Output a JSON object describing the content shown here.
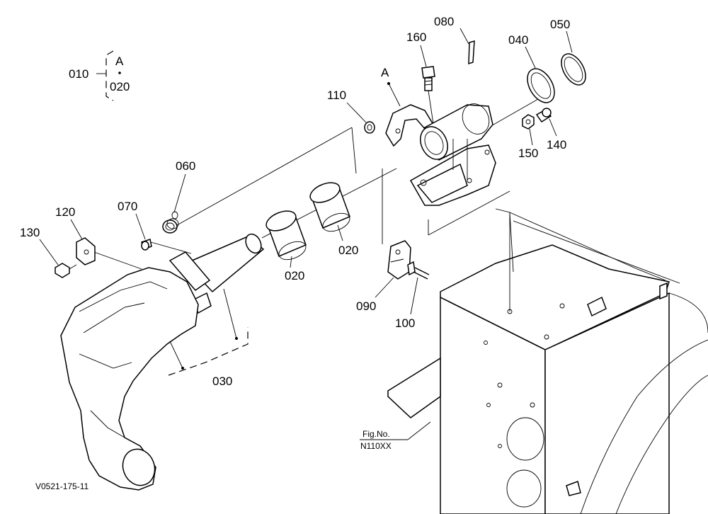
{
  "diagram": {
    "labels": {
      "p010": "010",
      "p020_ref": "020",
      "group_a": "A",
      "p080": "080",
      "p160": "160",
      "p040": "040",
      "p050": "050",
      "p110": "110",
      "point_a": "A",
      "p150": "150",
      "p140": "140",
      "p060": "060",
      "p070": "070",
      "p120": "120",
      "p130": "130",
      "p020_a": "020",
      "p020_b": "020",
      "p090": "090",
      "p100": "100",
      "p030": "030"
    },
    "fig_ref": {
      "line1": "Fig.No.",
      "line2": "N110XX"
    },
    "footer_code": "V0521-175-11"
  }
}
